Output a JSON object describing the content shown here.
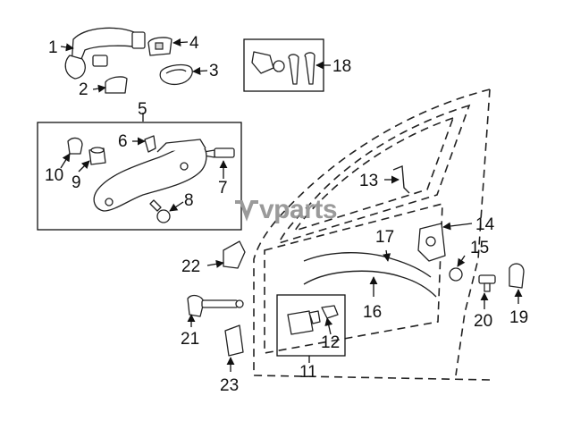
{
  "watermark": {
    "text": "vparts"
  },
  "colors": {
    "line": "#111111",
    "watermark": "#9a9a9a",
    "background": "#ffffff"
  },
  "callouts": [
    "1",
    "2",
    "3",
    "4",
    "5",
    "6",
    "7",
    "8",
    "9",
    "10",
    "11",
    "12",
    "13",
    "14",
    "15",
    "16",
    "17",
    "18",
    "19",
    "20",
    "21",
    "22",
    "23"
  ]
}
